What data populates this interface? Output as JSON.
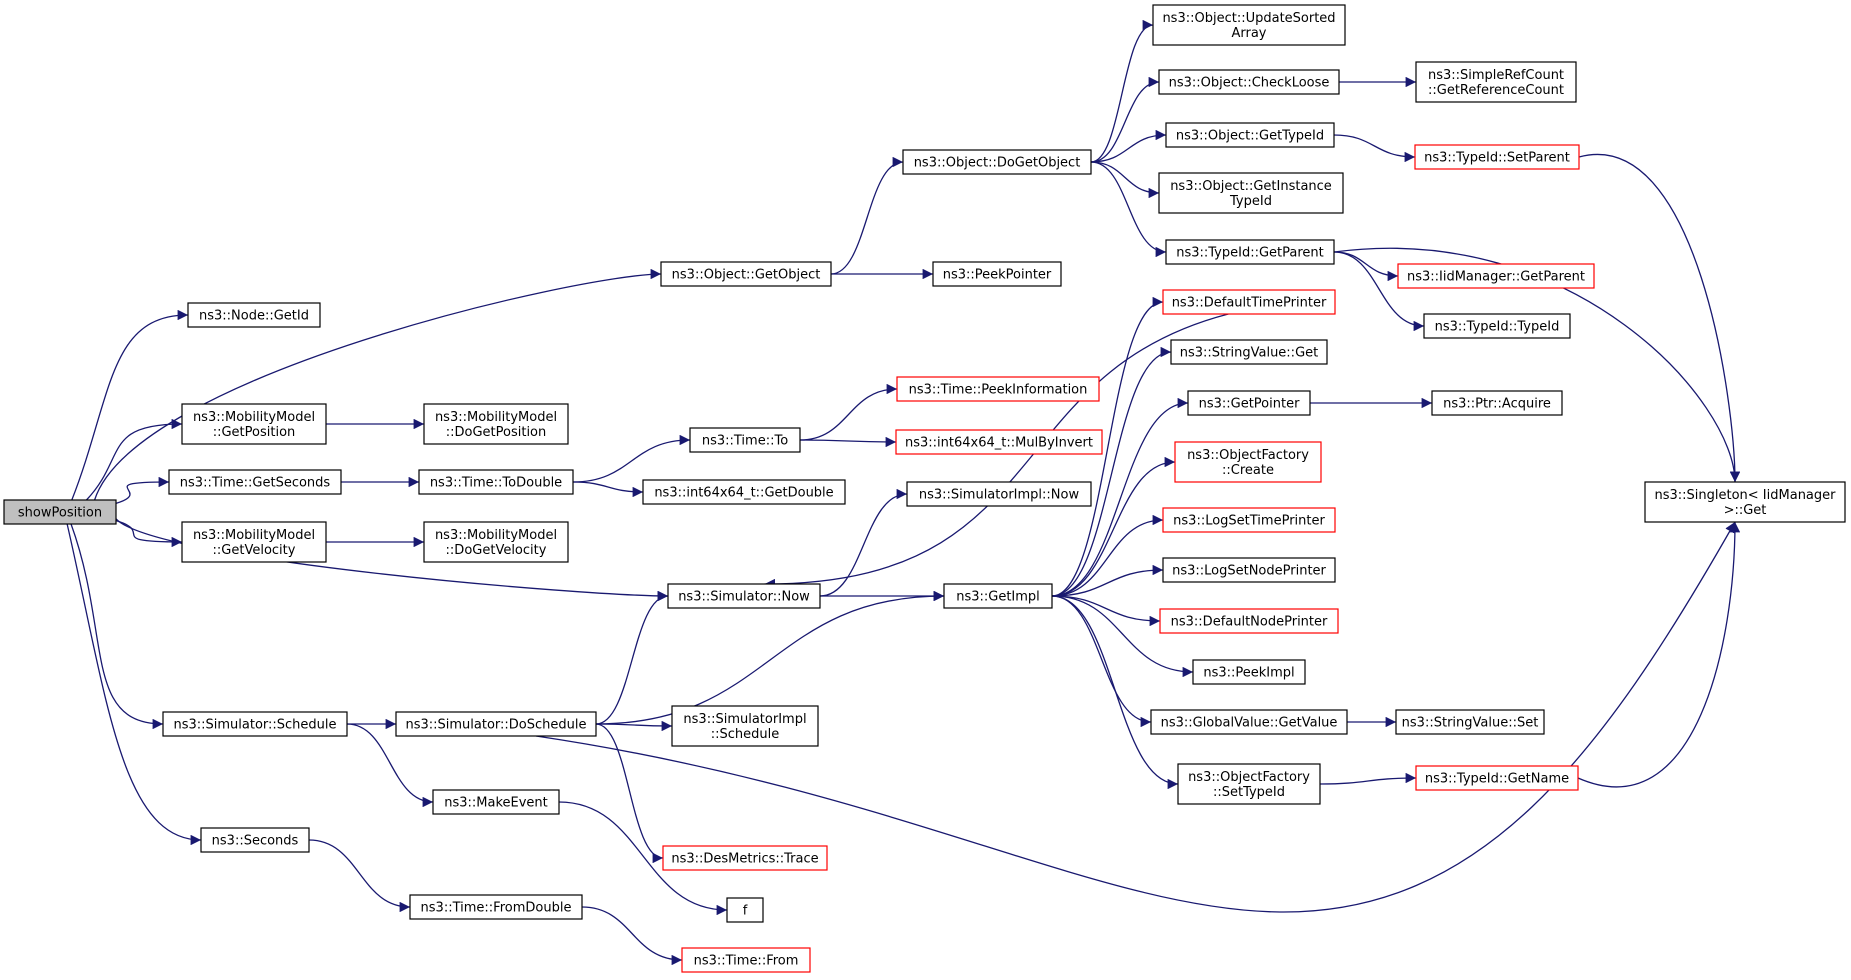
{
  "colors": {
    "edge": "#191970",
    "node_border": "#000000",
    "node_border_truncated": "#ff0000",
    "node_fill": "#ffffff",
    "root_fill": "#bfbfbf"
  },
  "nodes": [
    {
      "id": "showPosition",
      "lines": [
        "showPosition"
      ],
      "style": "root"
    },
    {
      "id": "node_getid",
      "lines": [
        "ns3::Node::GetId"
      ],
      "style": "normal"
    },
    {
      "id": "obj_getobject",
      "lines": [
        "ns3::Object::GetObject"
      ],
      "style": "normal"
    },
    {
      "id": "peekpointer",
      "lines": [
        "ns3::PeekPointer"
      ],
      "style": "normal"
    },
    {
      "id": "obj_dogetobject",
      "lines": [
        "ns3::Object::DoGetObject"
      ],
      "style": "normal"
    },
    {
      "id": "obj_updatesorted",
      "lines": [
        "ns3::Object::UpdateSorted",
        "Array"
      ],
      "style": "normal"
    },
    {
      "id": "obj_checkloose",
      "lines": [
        "ns3::Object::CheckLoose"
      ],
      "style": "normal"
    },
    {
      "id": "simplerefcount",
      "lines": [
        "ns3::SimpleRefCount",
        "::GetReferenceCount"
      ],
      "style": "normal"
    },
    {
      "id": "obj_gettypeid",
      "lines": [
        "ns3::Object::GetTypeId"
      ],
      "style": "normal"
    },
    {
      "id": "typeid_setparent",
      "lines": [
        "ns3::TypeId::SetParent"
      ],
      "style": "truncated"
    },
    {
      "id": "obj_getinstancetypeid",
      "lines": [
        "ns3::Object::GetInstance",
        "TypeId"
      ],
      "style": "normal"
    },
    {
      "id": "typeid_getparent",
      "lines": [
        "ns3::TypeId::GetParent"
      ],
      "style": "normal"
    },
    {
      "id": "iidmanager_getparent",
      "lines": [
        "ns3::IidManager::GetParent"
      ],
      "style": "truncated"
    },
    {
      "id": "typeid_typeid",
      "lines": [
        "ns3::TypeId::TypeId"
      ],
      "style": "normal"
    },
    {
      "id": "singleton_get",
      "lines": [
        "ns3::Singleton< IidManager",
        " >::Get"
      ],
      "style": "normal"
    },
    {
      "id": "mm_getposition",
      "lines": [
        "ns3::MobilityModel",
        "::GetPosition"
      ],
      "style": "normal"
    },
    {
      "id": "mm_dogetposition",
      "lines": [
        "ns3::MobilityModel",
        "::DoGetPosition"
      ],
      "style": "normal"
    },
    {
      "id": "time_getseconds",
      "lines": [
        "ns3::Time::GetSeconds"
      ],
      "style": "normal"
    },
    {
      "id": "time_todouble",
      "lines": [
        "ns3::Time::ToDouble"
      ],
      "style": "normal"
    },
    {
      "id": "time_to",
      "lines": [
        "ns3::Time::To"
      ],
      "style": "normal"
    },
    {
      "id": "time_peekinformation",
      "lines": [
        "ns3::Time::PeekInformation"
      ],
      "style": "truncated"
    },
    {
      "id": "int64_mulbyinvert",
      "lines": [
        "ns3::int64x64_t::MulByInvert"
      ],
      "style": "truncated"
    },
    {
      "id": "int64_getdouble",
      "lines": [
        "ns3::int64x64_t::GetDouble"
      ],
      "style": "normal"
    },
    {
      "id": "mm_getvelocity",
      "lines": [
        "ns3::MobilityModel",
        "::GetVelocity"
      ],
      "style": "normal"
    },
    {
      "id": "mm_dogetvelocity",
      "lines": [
        "ns3::MobilityModel",
        "::DoGetVelocity"
      ],
      "style": "normal"
    },
    {
      "id": "simimpl_now",
      "lines": [
        "ns3::SimulatorImpl::Now"
      ],
      "style": "normal"
    },
    {
      "id": "sim_now",
      "lines": [
        "ns3::Simulator::Now"
      ],
      "style": "normal"
    },
    {
      "id": "getimpl",
      "lines": [
        "ns3::GetImpl"
      ],
      "style": "normal"
    },
    {
      "id": "defaulttimeprinter",
      "lines": [
        "ns3::DefaultTimePrinter"
      ],
      "style": "truncated"
    },
    {
      "id": "stringvalue_get",
      "lines": [
        "ns3::StringValue::Get"
      ],
      "style": "normal"
    },
    {
      "id": "getpointer",
      "lines": [
        "ns3::GetPointer"
      ],
      "style": "normal"
    },
    {
      "id": "ptr_acquire",
      "lines": [
        "ns3::Ptr::Acquire"
      ],
      "style": "normal"
    },
    {
      "id": "objfactory_create",
      "lines": [
        "ns3::ObjectFactory",
        "::Create"
      ],
      "style": "truncated"
    },
    {
      "id": "logsettimeprinter",
      "lines": [
        "ns3::LogSetTimePrinter"
      ],
      "style": "truncated"
    },
    {
      "id": "logsetnodeprinter",
      "lines": [
        "ns3::LogSetNodePrinter"
      ],
      "style": "normal"
    },
    {
      "id": "defaultnodeprinter",
      "lines": [
        "ns3::DefaultNodePrinter"
      ],
      "style": "truncated"
    },
    {
      "id": "peekimpl",
      "lines": [
        "ns3::PeekImpl"
      ],
      "style": "normal"
    },
    {
      "id": "globalvalue_getvalue",
      "lines": [
        "ns3::GlobalValue::GetValue"
      ],
      "style": "normal"
    },
    {
      "id": "stringvalue_set",
      "lines": [
        "ns3::StringValue::Set"
      ],
      "style": "normal"
    },
    {
      "id": "objfactory_settypeid",
      "lines": [
        "ns3::ObjectFactory",
        "::SetTypeId"
      ],
      "style": "normal"
    },
    {
      "id": "typeid_getname",
      "lines": [
        "ns3::TypeId::GetName"
      ],
      "style": "truncated"
    },
    {
      "id": "sim_schedule",
      "lines": [
        "ns3::Simulator::Schedule"
      ],
      "style": "normal"
    },
    {
      "id": "sim_doschedule",
      "lines": [
        "ns3::Simulator::DoSchedule"
      ],
      "style": "normal"
    },
    {
      "id": "simimpl_schedule",
      "lines": [
        "ns3::SimulatorImpl",
        "::Schedule"
      ],
      "style": "normal"
    },
    {
      "id": "makeevent",
      "lines": [
        "ns3::MakeEvent"
      ],
      "style": "normal"
    },
    {
      "id": "desmetrics_trace",
      "lines": [
        "ns3::DesMetrics::Trace"
      ],
      "style": "truncated"
    },
    {
      "id": "f",
      "lines": [
        "f"
      ],
      "style": "normal"
    },
    {
      "id": "seconds",
      "lines": [
        "ns3::Seconds"
      ],
      "style": "normal"
    },
    {
      "id": "time_fromdouble",
      "lines": [
        "ns3::Time::FromDouble"
      ],
      "style": "normal"
    },
    {
      "id": "time_from",
      "lines": [
        "ns3::Time::From"
      ],
      "style": "truncated"
    }
  ],
  "edges": [
    [
      "showPosition",
      "node_getid"
    ],
    [
      "showPosition",
      "obj_getobject"
    ],
    [
      "showPosition",
      "mm_getposition"
    ],
    [
      "showPosition",
      "time_getseconds"
    ],
    [
      "showPosition",
      "mm_getvelocity"
    ],
    [
      "showPosition",
      "sim_now"
    ],
    [
      "showPosition",
      "sim_schedule"
    ],
    [
      "showPosition",
      "seconds"
    ],
    [
      "obj_getobject",
      "obj_dogetobject"
    ],
    [
      "obj_getobject",
      "peekpointer"
    ],
    [
      "obj_dogetobject",
      "obj_updatesorted"
    ],
    [
      "obj_dogetobject",
      "obj_checkloose"
    ],
    [
      "obj_dogetobject",
      "obj_gettypeid"
    ],
    [
      "obj_dogetobject",
      "obj_getinstancetypeid"
    ],
    [
      "obj_dogetobject",
      "typeid_getparent"
    ],
    [
      "obj_checkloose",
      "simplerefcount"
    ],
    [
      "obj_gettypeid",
      "typeid_setparent"
    ],
    [
      "typeid_setparent",
      "singleton_get"
    ],
    [
      "typeid_getparent",
      "iidmanager_getparent"
    ],
    [
      "typeid_getparent",
      "typeid_typeid"
    ],
    [
      "typeid_getparent",
      "singleton_get"
    ],
    [
      "mm_getposition",
      "mm_dogetposition"
    ],
    [
      "time_getseconds",
      "time_todouble"
    ],
    [
      "time_todouble",
      "time_to"
    ],
    [
      "time_todouble",
      "int64_getdouble"
    ],
    [
      "time_to",
      "time_peekinformation"
    ],
    [
      "time_to",
      "int64_mulbyinvert"
    ],
    [
      "mm_getvelocity",
      "mm_dogetvelocity"
    ],
    [
      "sim_now",
      "simimpl_now"
    ],
    [
      "sim_now",
      "getimpl"
    ],
    [
      "getimpl",
      "defaulttimeprinter"
    ],
    [
      "getimpl",
      "stringvalue_get"
    ],
    [
      "getimpl",
      "getpointer"
    ],
    [
      "getimpl",
      "objfactory_create"
    ],
    [
      "getimpl",
      "logsettimeprinter"
    ],
    [
      "getimpl",
      "logsetnodeprinter"
    ],
    [
      "getimpl",
      "defaultnodeprinter"
    ],
    [
      "getimpl",
      "peekimpl"
    ],
    [
      "getimpl",
      "globalvalue_getvalue"
    ],
    [
      "getimpl",
      "objfactory_settypeid"
    ],
    [
      "getpointer",
      "ptr_acquire"
    ],
    [
      "globalvalue_getvalue",
      "stringvalue_set"
    ],
    [
      "objfactory_settypeid",
      "typeid_getname"
    ],
    [
      "typeid_getname",
      "singleton_get"
    ],
    [
      "defaulttimeprinter",
      "sim_now"
    ],
    [
      "sim_schedule",
      "sim_doschedule"
    ],
    [
      "sim_schedule",
      "makeevent"
    ],
    [
      "sim_doschedule",
      "sim_now"
    ],
    [
      "sim_doschedule",
      "getimpl"
    ],
    [
      "sim_doschedule",
      "simimpl_schedule"
    ],
    [
      "sim_doschedule",
      "desmetrics_trace"
    ],
    [
      "sim_doschedule",
      "singleton_get"
    ],
    [
      "makeevent",
      "f"
    ],
    [
      "seconds",
      "time_fromdouble"
    ],
    [
      "time_fromdouble",
      "time_from"
    ]
  ]
}
